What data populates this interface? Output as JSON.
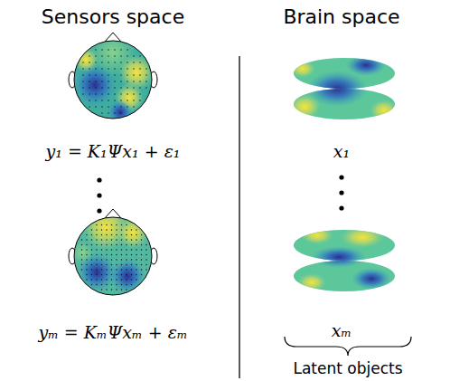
{
  "diagram": {
    "labels": [
      "Sensors space",
      "Brain space",
      "y₁ = K₁Ψx₁ + ε₁",
      "x₁",
      "yₘ = KₘΨxₘ + εₘ",
      "xₘ",
      "Latent objects"
    ]
  }
}
